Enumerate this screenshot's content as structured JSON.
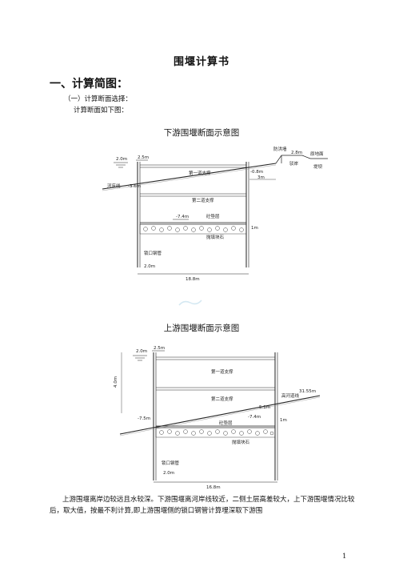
{
  "doc": {
    "title": "围堰计算书",
    "heading1": "一、计算简图：",
    "section1": "（一）计算断面选择：",
    "section1_text": "计算断面如下图：",
    "body": "上游围堰离岸边较远且水较深。下游围堰离河岸线较近，二侧土层高差较大，上下游围堰情况比较后，取大值，按最不利计算,即上游围堰侧的锁口钢管计算埋深取下游围",
    "page_number": "1"
  },
  "fig1": {
    "caption": "下游围堰断面示意图",
    "labels": {
      "water_level": "2.0m",
      "top_level": "2.5m",
      "riverbed": "-3.6m",
      "bank_line": "河床线",
      "brace1": "第一道支撑",
      "brace2": "第二道支撑",
      "level_mid": "-0.8m",
      "dim_3m": "3m",
      "flood_wall": "防洪墙",
      "bank_level": "2.8m",
      "existing_road": "原地面",
      "dike": "驳岸",
      "levee": "堤坝",
      "bottom_level": "-7.4m",
      "cushion": "砼垫层",
      "riprap": "抛填块石",
      "pipe": "锁口钢管",
      "pile_tip": "2.0m",
      "width": "18.8m",
      "dim_1m": "1m"
    }
  },
  "fig2": {
    "caption": "上游围堰断面示意图",
    "labels": {
      "water_level": "2.0m",
      "top_level": "2.5m",
      "depth_dim": "4.0m",
      "brace1": "第一道支撑",
      "brace2": "第二道支撑",
      "riverbed": "-7.5m",
      "level_mid": "-5.1m",
      "bank_label": "高河道线",
      "bank_level": "31.55m",
      "bottom_level": "-7.4m",
      "cushion": "砼垫层",
      "riprap": "抛填块石",
      "pipe": "锁口钢管",
      "pile_tip": "2.0m",
      "width": "16.8m",
      "dim_1m": "1m"
    }
  }
}
